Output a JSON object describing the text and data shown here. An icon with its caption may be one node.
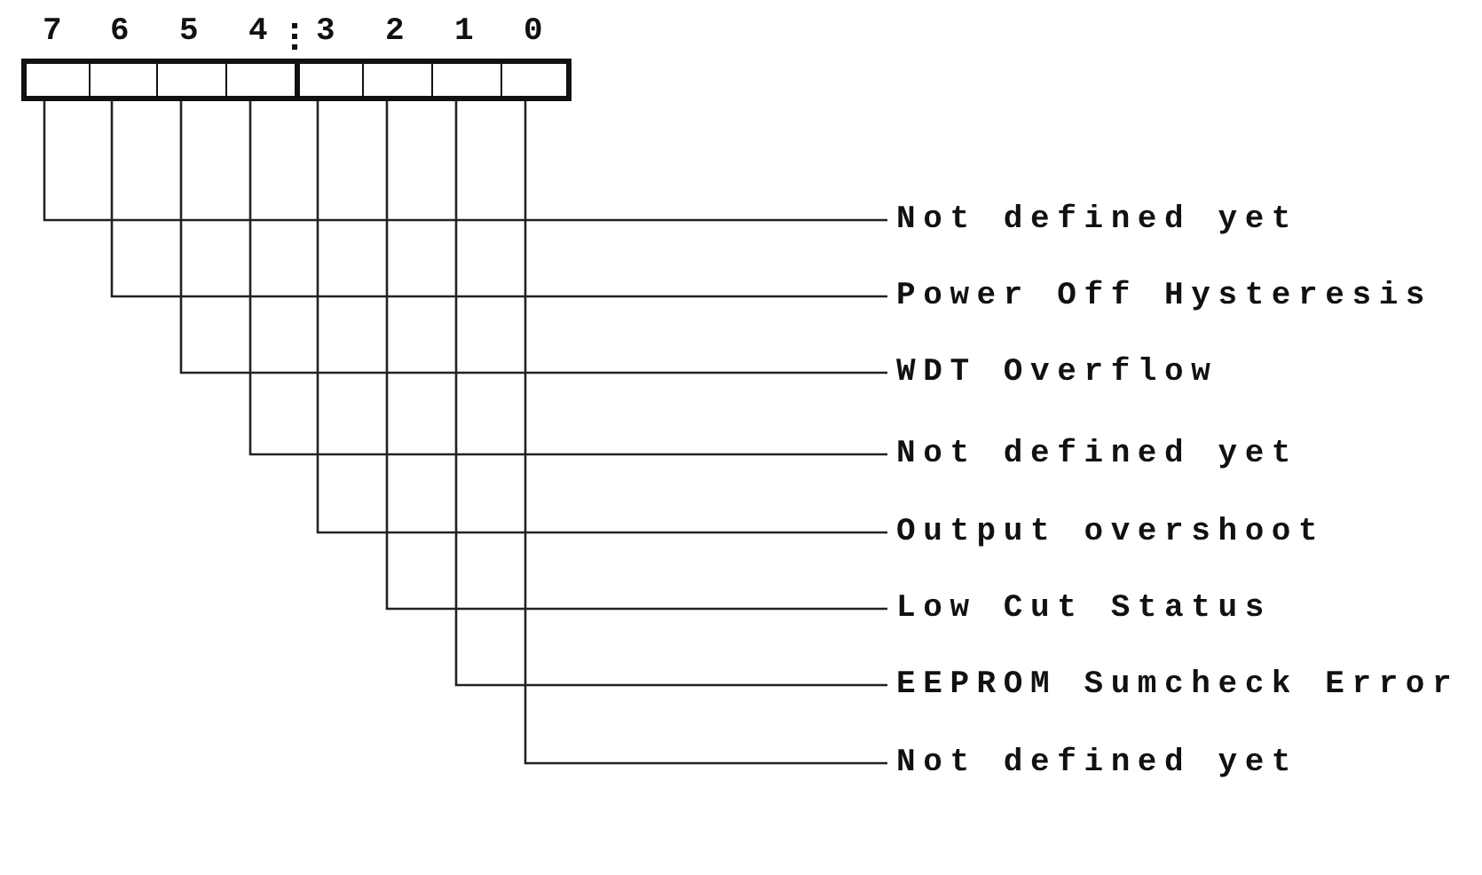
{
  "diagram": {
    "nodes": [
      {
        "text": [
          "7"
        ]
      },
      {
        "text": [
          "6"
        ]
      },
      {
        "text": [
          "5"
        ]
      },
      {
        "text": [
          "4"
        ]
      },
      {
        "text": [
          "3"
        ]
      },
      {
        "text": [
          "2"
        ]
      },
      {
        "text": [
          "1"
        ]
      },
      {
        "text": [
          "0"
        ]
      },
      {
        "text": [
          "Not defined yet"
        ]
      },
      {
        "text": [
          "Power Off Hysteresis"
        ]
      },
      {
        "text": [
          "WDT Overflow"
        ]
      },
      {
        "text": [
          "Not defined yet"
        ]
      },
      {
        "text": [
          "Output overshoot"
        ]
      },
      {
        "text": [
          "Low Cut Status"
        ]
      },
      {
        "text": [
          "EEPROM Sumcheck Error"
        ]
      },
      {
        "text": [
          "Not defined yet"
        ]
      }
    ],
    "edges": [
      {
        "from": 0,
        "to": 8,
        "arrow": "none"
      },
      {
        "from": 1,
        "to": 9,
        "arrow": "none"
      },
      {
        "from": 2,
        "to": 10,
        "arrow": "none"
      },
      {
        "from": 3,
        "to": 11,
        "arrow": "none"
      },
      {
        "from": 4,
        "to": 12,
        "arrow": "none"
      },
      {
        "from": 5,
        "to": 13,
        "arrow": "none"
      },
      {
        "from": 6,
        "to": 14,
        "arrow": "none"
      },
      {
        "from": 7,
        "to": 15,
        "arrow": "none"
      }
    ]
  }
}
